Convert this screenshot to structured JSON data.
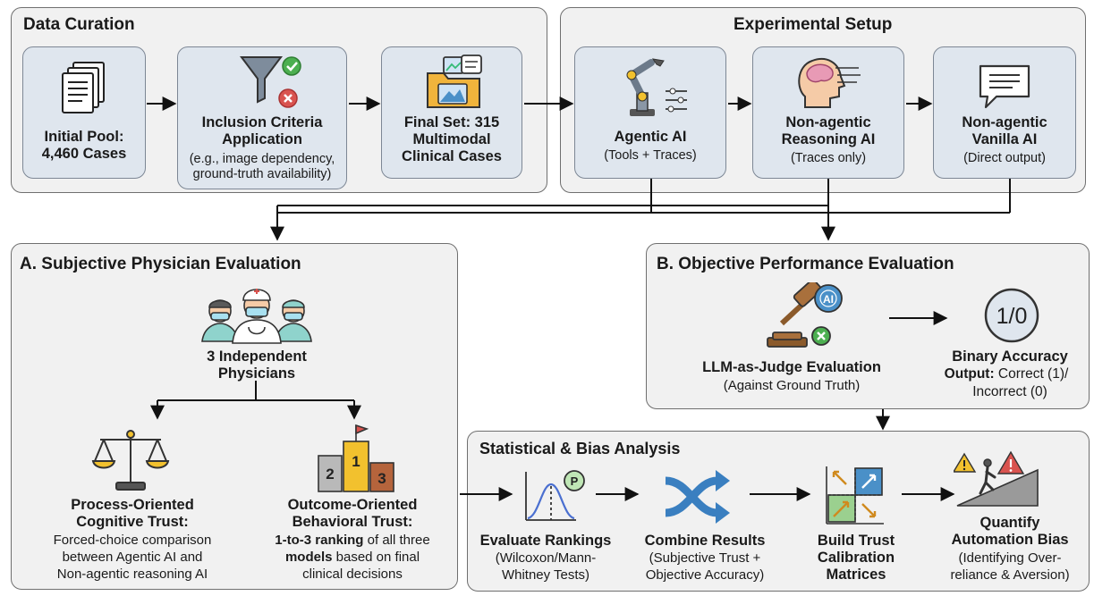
{
  "data_curation": {
    "title": "Data Curation",
    "initial_pool": {
      "line1": "Initial Pool:",
      "line2": "4,460 Cases"
    },
    "inclusion": {
      "line1": "Inclusion Criteria",
      "line2": "Application",
      "line3": "(e.g., image dependency,",
      "line4": "ground-truth availability)"
    },
    "final_set": {
      "line1": "Final Set: 315",
      "line2": "Multimodal",
      "line3": "Clinical Cases"
    }
  },
  "experimental_setup": {
    "title": "Experimental Setup",
    "agentic": {
      "line1": "Agentic AI",
      "line2": "(Tools + Traces)"
    },
    "reasoning": {
      "line1": "Non-agentic",
      "line2": "Reasoning AI",
      "line3": "(Traces only)"
    },
    "vanilla": {
      "line1": "Non-agentic",
      "line2": "Vanilla AI",
      "line3": "(Direct output)"
    }
  },
  "subjective": {
    "title": "A.  Subjective Physician Evaluation",
    "physicians": {
      "line1": "3 Independent",
      "line2": "Physicians"
    },
    "process": {
      "line1": "Process-Oriented",
      "line2": "Cognitive Trust:",
      "line3": "Forced-choice comparison",
      "line4": "between Agentic AI and",
      "line5": "Non-agentic reasoning AI"
    },
    "outcome": {
      "line1": "Outcome-Oriented",
      "line2": "Behavioral Trust:",
      "line3": "1-to-3 ranking",
      "line3_rest": " of all three",
      "line4a": "models",
      "line4b": " based on final",
      "line5": "clinical decisions"
    },
    "podium": {
      "first": "1",
      "second": "2",
      "third": "3"
    }
  },
  "objective": {
    "title": "B.  Objective Performance Evaluation",
    "judge": {
      "line1": "LLM-as-Judge Evaluation",
      "line2": "(Against Ground Truth)",
      "badge": "AI"
    },
    "accuracy": {
      "line1": "Binary Accuracy",
      "line2_bold": "Output:",
      "line2_rest": " Correct (1)/",
      "line3": "Incorrect (0)",
      "symbol": "1/0"
    }
  },
  "statistical": {
    "title": "Statistical & Bias Analysis",
    "rankings": {
      "line1": "Evaluate Rankings",
      "line2": "(Wilcoxon/Mann-",
      "line3": "Whitney Tests)",
      "badge": "P"
    },
    "combine": {
      "line1": "Combine Results",
      "line2": "(Subjective Trust +",
      "line3": "Objective Accuracy)"
    },
    "matrices": {
      "line1": "Build Trust",
      "line2": "Calibration",
      "line3": "Matrices"
    },
    "bias": {
      "line1": "Quantify",
      "line2": "Automation Bias",
      "line3": "(Identifying Over-",
      "line4": "reliance & Aversion)"
    }
  },
  "colors": {
    "panel": "#f1f1f1",
    "card": "#dfe6ee",
    "accent_blue": "#4a90c8",
    "accent_red": "#d9534f",
    "accent_green": "#4caf50",
    "gold": "#f2c12e"
  }
}
